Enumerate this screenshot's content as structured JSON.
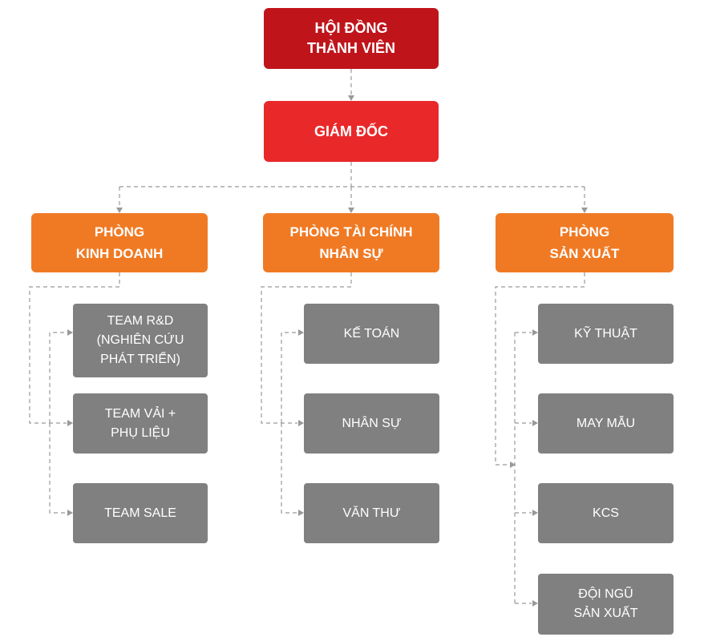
{
  "org_chart": {
    "board": "HỘI ĐỒNG\nTHÀNH VIÊN",
    "director": "GIÁM ĐỐC",
    "departments": [
      {
        "name": "PHÒNG\nKINH DOANH",
        "teams": [
          "TEAM R&D\n(NGHIÊN CỨU\nPHÁT TRIỂN)",
          "TEAM VẢI +\nPHỤ LIỆU",
          "TEAM SALE"
        ]
      },
      {
        "name": "PHÒNG TÀI CHÍNH\nNHÂN SỰ",
        "teams": [
          "KẾ TOÁN",
          "NHÂN SỰ",
          "VĂN THƯ"
        ]
      },
      {
        "name": "PHÒNG\nSẢN XUẤT",
        "teams": [
          "KỸ THUẬT",
          "MAY MẪU",
          "KCS",
          "ĐỘI NGŨ\nSẢN XUẤT"
        ]
      }
    ]
  },
  "colors": {
    "board": "#c0141b",
    "director": "#e9282a",
    "department": "#f07a24",
    "team": "#808080",
    "connector": "#999999"
  }
}
